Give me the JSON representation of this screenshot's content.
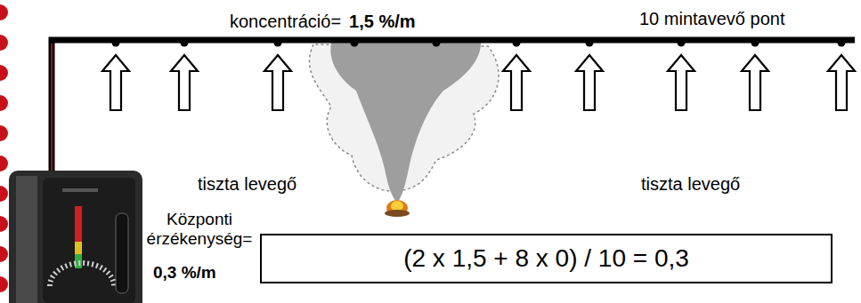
{
  "diagram": {
    "nodes": [
      {
        "text": [
          "(2 x 1,5 + 8 x 0) / 10 = 0,3"
        ]
      }
    ],
    "labels": [
      "koncentráció=",
      "1,5 %/m",
      "10 mintavevő pont",
      "tiszta levegő",
      "tiszta levegő",
      "Központi érzékenység=",
      "0,3 %/m"
    ]
  }
}
